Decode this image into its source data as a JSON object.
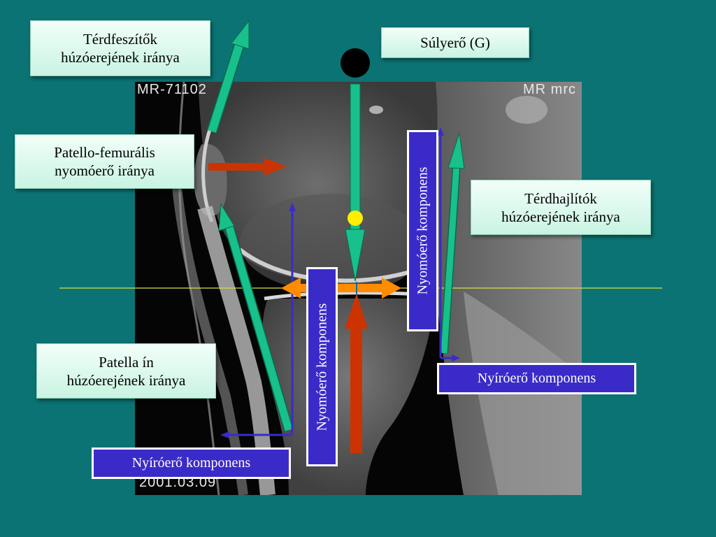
{
  "mri": {
    "id_text": "MR-71102",
    "site_text": "MR mrc",
    "date_text": "2001.03.09"
  },
  "labels": {
    "quad_line1": "Térdfeszítők",
    "quad_line2": "húzóerejének iránya",
    "gravity": "Súlyerő (G)",
    "pf_line1": "Patello-femurális",
    "pf_line2": "nyomóerő iránya",
    "hamstring_line1": "Térdhajlítók",
    "hamstring_line2": "húzóerejének iránya",
    "patellar_line1": "Patella ín",
    "patellar_line2": "húzóerejének iránya",
    "compression_center": "Nyomóerő komponens",
    "compression_right": "Nyomóerő komponens",
    "shear_right": "Nyíróerő komponens",
    "shear_left": "Nyíróerő komponens"
  },
  "colors": {
    "background": "#0b7373",
    "green_arrow": "#18c08c",
    "red_arrow": "#cc3300",
    "blue_arrow": "#3a2bc9",
    "orange_arrow": "#ff8c00",
    "yellow": "#ffee00"
  }
}
